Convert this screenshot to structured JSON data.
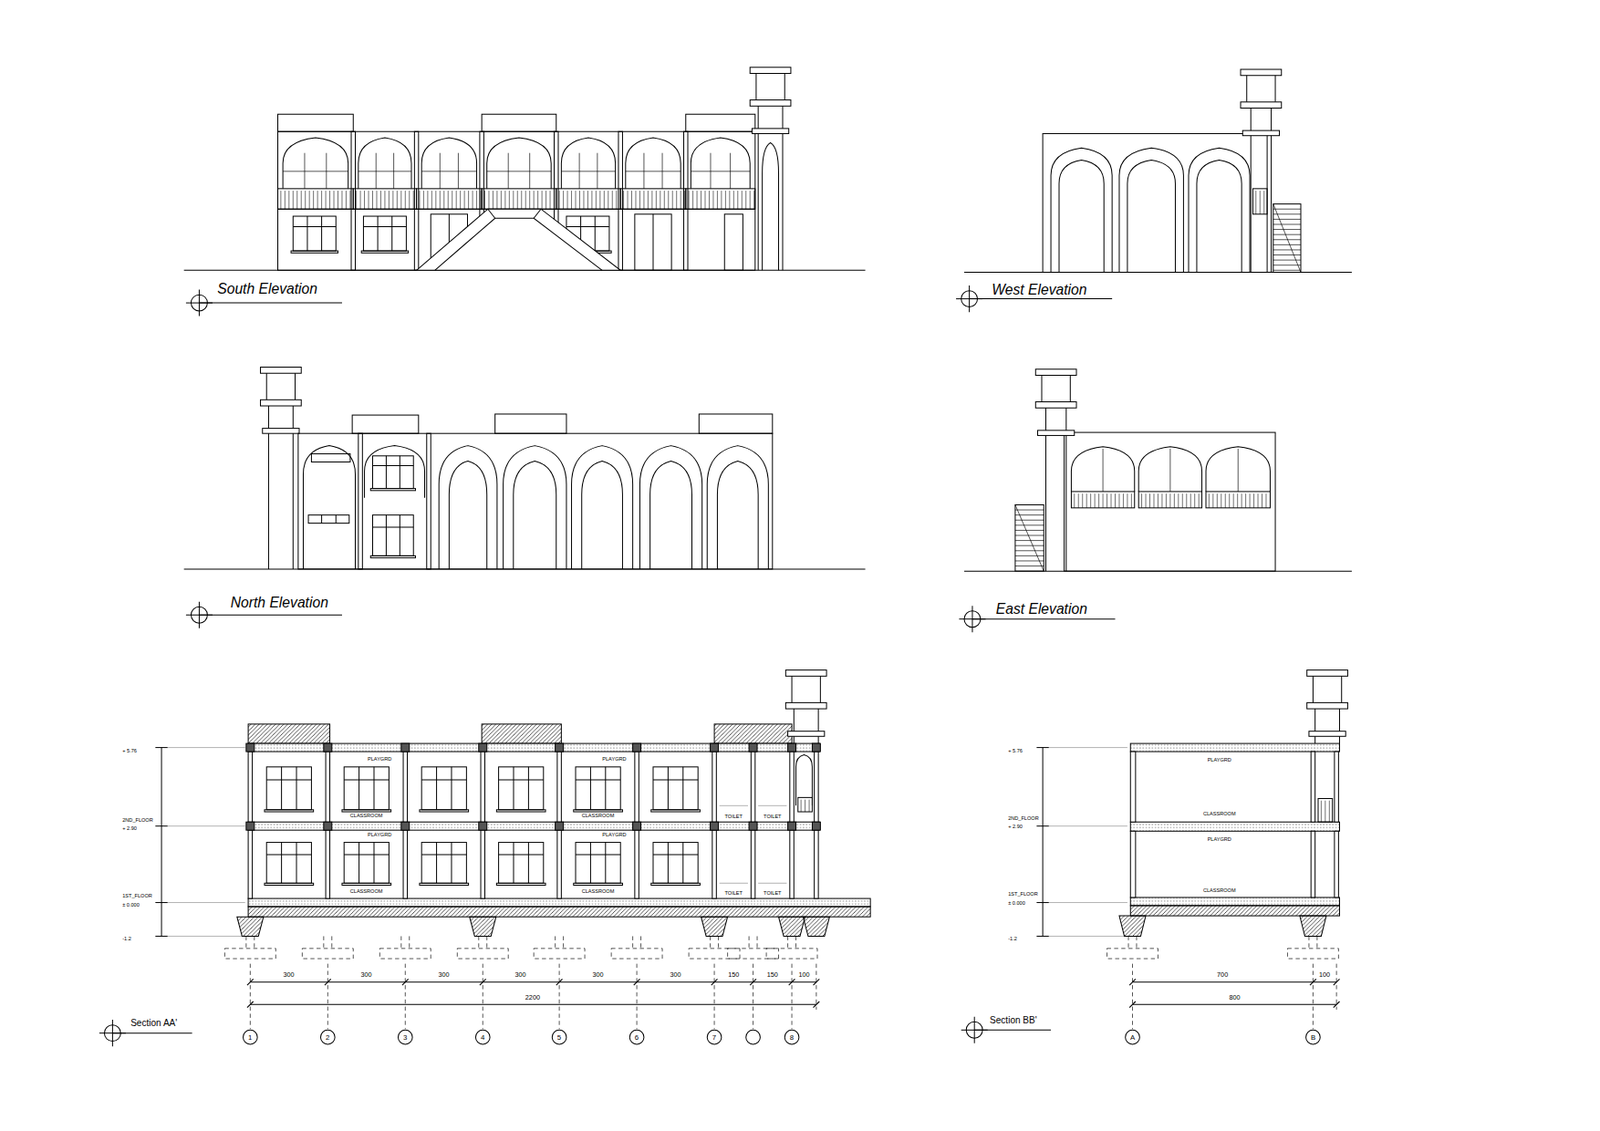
{
  "diagram": {
    "labels": [
      "South Elevation",
      "West Elevation",
      "North Elevation",
      "East Elevation",
      "+ 5.76",
      "2ND_FLOOR",
      "+ 2.90",
      "1ST_FLOOR",
      "± 0.000",
      "-1.2",
      "PLAYGRD",
      "PLAYGRD",
      "CLASSROOM",
      "CLASSROOM",
      "PLAYGRD",
      "PLAYGRD",
      "CLASSROOM",
      "CLASSROOM",
      "TOILET",
      "TOILET",
      "TOILET",
      "TOILET",
      "300",
      "300",
      "300",
      "300",
      "300",
      "300",
      "150",
      "150",
      "100",
      "2200",
      "1",
      "2",
      "3",
      "4",
      "5",
      "6",
      "7",
      "8",
      "Section AA'",
      "+ 5.76",
      "2ND_FLOOR",
      "+ 2.90",
      "1ST_FLOOR",
      "± 0.000",
      "-1.2",
      "PLAYGRD",
      "CLASSROOM",
      "PLAYGRD",
      "CLASSROOM",
      "700",
      "100",
      "800",
      "A",
      "B",
      "Section BB'"
    ]
  }
}
